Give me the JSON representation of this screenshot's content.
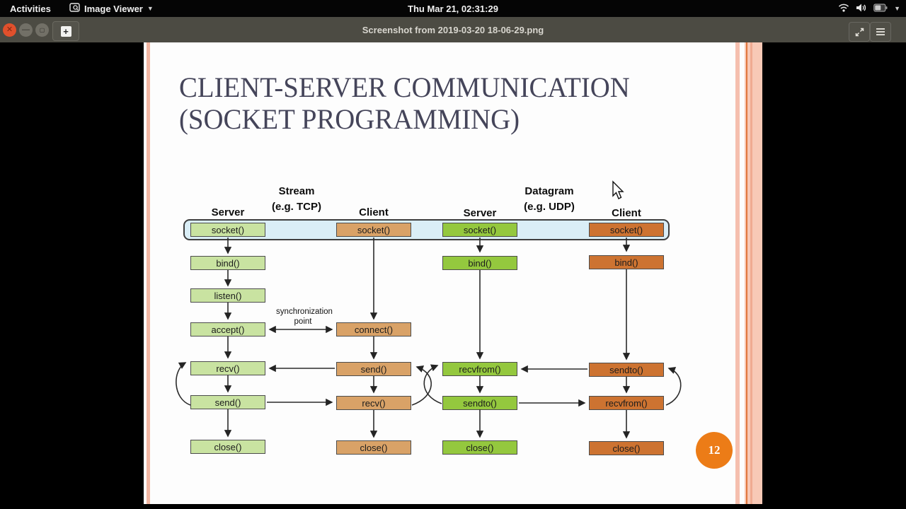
{
  "top_bar": {
    "activities_label": "Activities",
    "app_menu_label": "Image Viewer",
    "clock": "Thu Mar 21, 02:31:29"
  },
  "title_bar": {
    "title": "Screenshot from 2019-03-20 18-06-29.png"
  },
  "slide": {
    "title_line1": "CLIENT-SERVER COMMUNICATION",
    "title_line2": "(SOCKET PROGRAMMING)",
    "page_number": "12"
  },
  "diagram": {
    "groups": [
      {
        "name_line1": "Stream",
        "name_line2": "(e.g. TCP)"
      },
      {
        "name_line1": "Datagram",
        "name_line2": "(e.g. UDP)"
      }
    ],
    "column_headers": [
      "Server",
      "Client",
      "Server",
      "Client"
    ],
    "sync_label": {
      "line1": "synchronization",
      "line2": "point"
    },
    "tcp_server": [
      "socket()",
      "bind()",
      "listen()",
      "accept()",
      "recv()",
      "send()",
      "close()"
    ],
    "tcp_client": [
      "socket()",
      "connect()",
      "send()",
      "recv()",
      "close()"
    ],
    "udp_server": [
      "socket()",
      "bind()",
      "recvfrom()",
      "sendto()",
      "close()"
    ],
    "udp_client": [
      "socket()",
      "bind()",
      "sendto()",
      "recvfrom()",
      "close()"
    ],
    "colors": {
      "tcp_server_fill": "#c9e3a1",
      "tcp_client_fill": "#d9a267",
      "udp_server_fill": "#94c83e",
      "udp_client_fill": "#cd7331",
      "socket_band_fill": "#daeef6",
      "badge_fill": "#ec7c17",
      "accent_stripe": "#f5bfae"
    }
  }
}
